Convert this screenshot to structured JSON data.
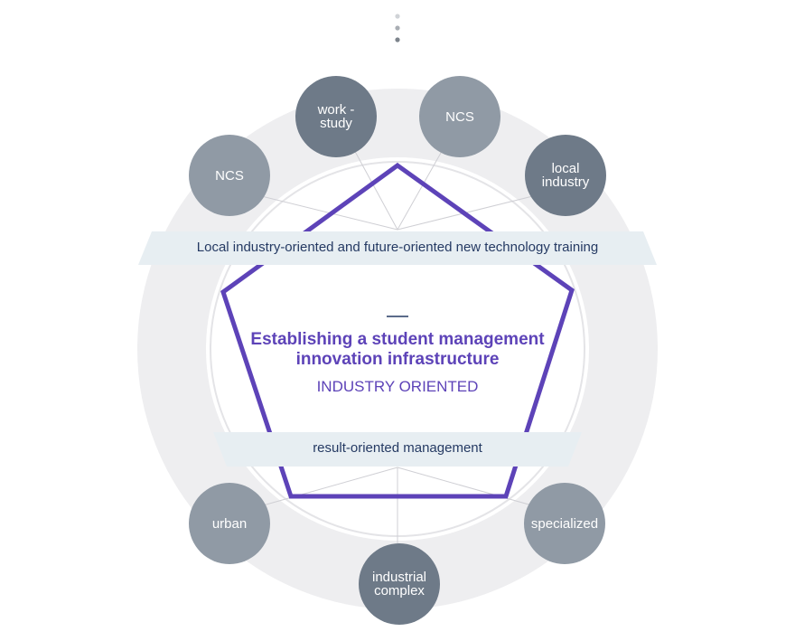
{
  "colors": {
    "accent": "#5d43b8",
    "node_dark": "#6e7a88",
    "node_light": "#909aa5",
    "band": "#e7eef2",
    "band_text": "#253a63",
    "ring": "#eeeef0"
  },
  "top_band": {
    "text": "Local industry-oriented and future-oriented new technology training"
  },
  "center": {
    "title_line1": "Establishing a student management",
    "title_line2": "innovation infrastructure",
    "subtitle": "INDUSTRY ORIENTED"
  },
  "bottom_band": {
    "text": "result-oriented management"
  },
  "top_nodes": [
    {
      "label": "NCS",
      "tone": "light"
    },
    {
      "label": "work -\nstudy",
      "tone": "dark"
    },
    {
      "label": "NCS",
      "tone": "light"
    },
    {
      "label": "local\nindustry",
      "tone": "dark"
    }
  ],
  "bottom_nodes": [
    {
      "label": "urban",
      "tone": "light"
    },
    {
      "label": "industrial\ncomplex",
      "tone": "dark"
    },
    {
      "label": "specialized",
      "tone": "light"
    }
  ],
  "icons": {
    "top_dots": "vertical-ellipsis-icon"
  }
}
